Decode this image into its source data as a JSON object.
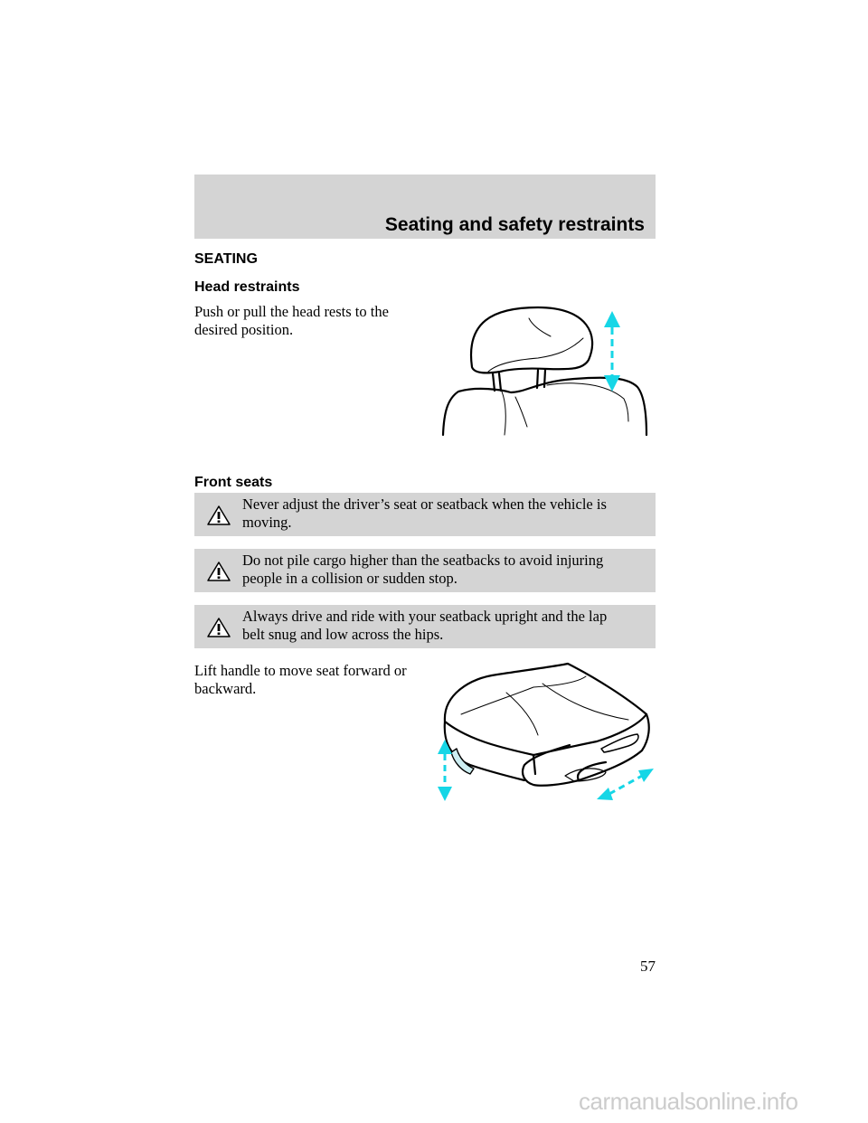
{
  "header": {
    "section_title": "Seating and safety restraints"
  },
  "seating": {
    "heading": "SEATING",
    "head_restraints": {
      "heading": "Head restraints",
      "text_line1": "Push or pull the head rests to the",
      "text_line2": "desired position."
    },
    "front_seats": {
      "heading": "Front seats",
      "warnings": [
        {
          "line1": "Never adjust the driver’s seat or seatback when the vehicle is",
          "line2": "moving."
        },
        {
          "line1": "Do not pile cargo higher than the seatbacks to avoid injuring",
          "line2": "people in a collision or sudden stop."
        },
        {
          "line1": "Always drive and ride with your seatback upright and the lap",
          "line2": "belt snug and low across the hips."
        }
      ],
      "lift_text_line1": "Lift handle to move seat forward or",
      "lift_text_line2": "backward."
    }
  },
  "footer": {
    "page_number": "57"
  },
  "watermark": "carmanualsonline.info",
  "colors": {
    "band": "#d4d4d4",
    "arrow": "#16d6e6"
  },
  "icons": {
    "warning": "warning-triangle-icon"
  }
}
